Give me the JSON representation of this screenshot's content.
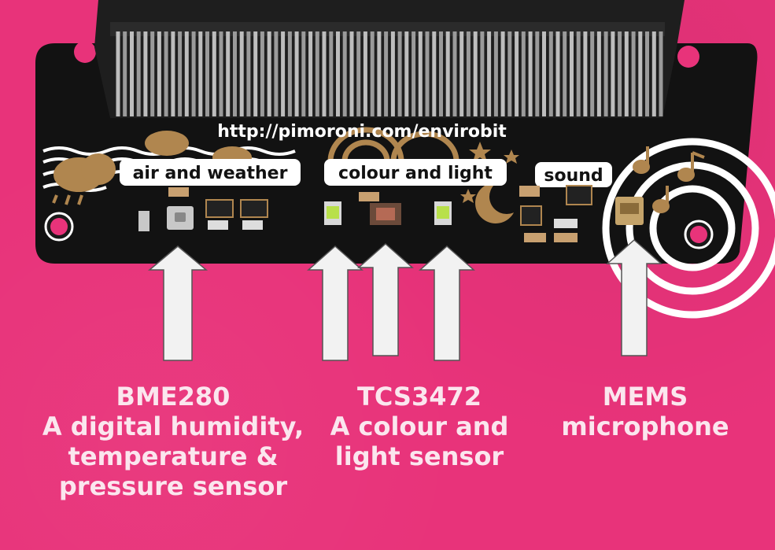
{
  "board": {
    "url": "http://pimoroni.com/envirobit",
    "section_labels": {
      "air": "air and weather",
      "colour": "colour and light",
      "sound": "sound"
    }
  },
  "captions": {
    "bme280": {
      "title": "BME280",
      "line1": "A digital humidity,",
      "line2": "temperature &",
      "line3": "pressure sensor"
    },
    "tcs3472": {
      "title": "TCS3472",
      "line1": "A colour and",
      "line2": "light sensor"
    },
    "mems": {
      "line1": "MEMS",
      "line2": "microphone"
    }
  },
  "colors": {
    "background": "#e8337a",
    "pcb": "#111111",
    "gold": "#b0864f",
    "silkscreen": "#ffffff",
    "caption_text": "#fbe6ee",
    "arrow_fill": "#f2f2f2"
  }
}
